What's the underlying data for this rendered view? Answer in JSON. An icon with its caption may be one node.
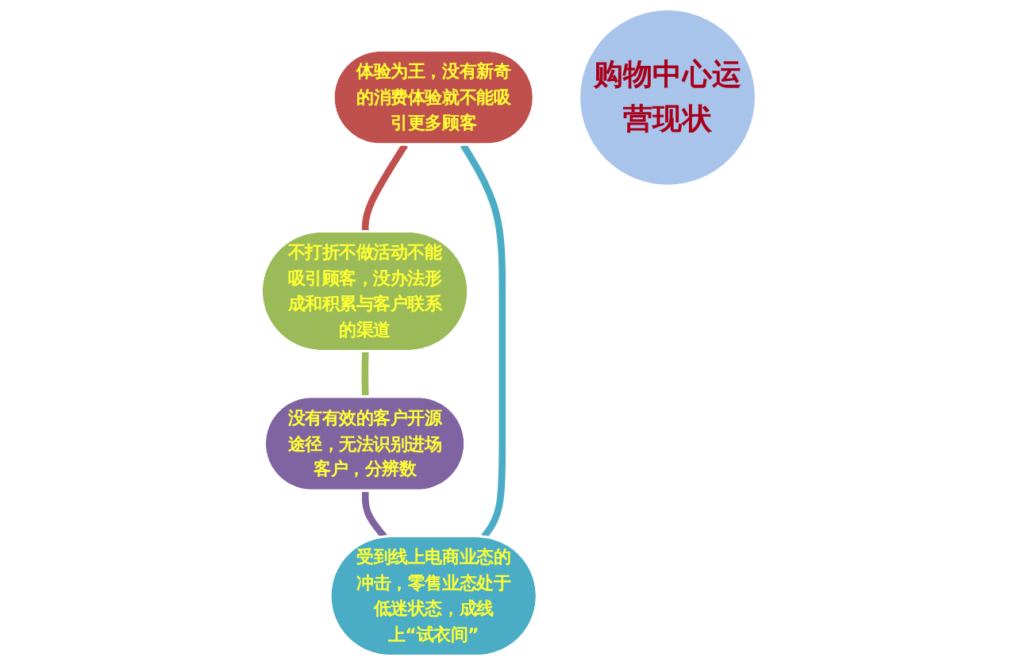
{
  "diagram": {
    "nodes": [
      {
        "text": [
          "体验为王，没有新奇的消费体验就不能吸引更多顾客"
        ]
      },
      {
        "text": [
          "受到线上电商业态的冲击，零售业态处于低迷状态，成线上“试衣间”"
        ]
      },
      {
        "text": [
          "购物中心运营现状"
        ]
      },
      {
        "text": [
          "不打折不做活动不能吸引顾客，没办法形成和积累与客户联系的渠道"
        ]
      },
      {
        "text": [
          "没有有效的客户开源途径，无法识别进场客户，分辨数"
        ]
      }
    ],
    "edges": [
      {
        "from": 0,
        "to": 3,
        "arrow": "none",
        "color": "#c0504d"
      },
      {
        "from": 3,
        "to": 4,
        "arrow": "none",
        "color": "#9bbb59"
      },
      {
        "from": 4,
        "to": 1,
        "arrow": "none",
        "color": "#8064a2"
      },
      {
        "from": 1,
        "to": 0,
        "arrow": "none",
        "color": "#4bacc6"
      }
    ]
  }
}
